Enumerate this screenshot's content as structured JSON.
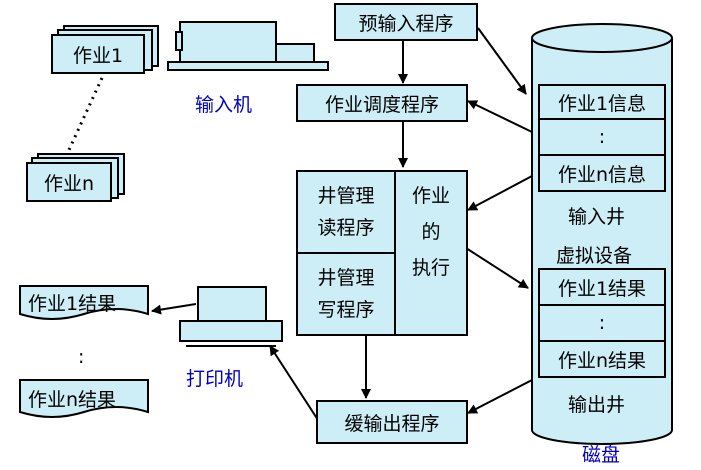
{
  "inputs": {
    "job1": "作业1",
    "jobn": "作业n"
  },
  "devices": {
    "input_machine": "输入机",
    "printer": "打印机"
  },
  "programs": {
    "pre_input": "预输入程序",
    "job_scheduler": "作业调度程序",
    "well_read_1": "井管理",
    "well_read_2": "读程序",
    "well_write_1": "井管理",
    "well_write_2": "写程序",
    "job_exec_1": "作业",
    "job_exec_2": "的",
    "job_exec_3": "执行",
    "buffered_output": "缓输出程序"
  },
  "disk": {
    "input_items": [
      "作业1信息",
      ":",
      "作业n信息"
    ],
    "input_well": "输入井",
    "virtual_device": "虚拟设备",
    "output_items": [
      "作业1结果",
      ":",
      "作业n结果"
    ],
    "output_well": "输出井",
    "label": "磁盘"
  },
  "results": {
    "first": "作业1结果",
    "dots": ":",
    "last": "作业n结果"
  },
  "colors": {
    "box_fill": "#cdeef6",
    "label_blue": "#0000c8",
    "stroke": "#000000"
  }
}
